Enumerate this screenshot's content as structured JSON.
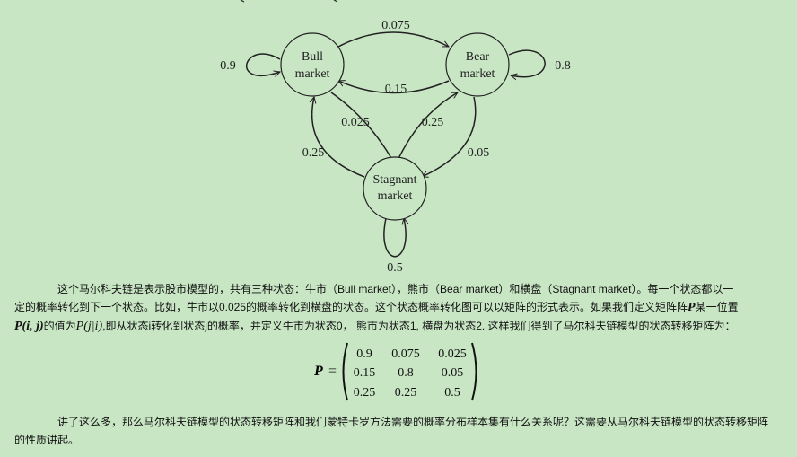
{
  "diagram": {
    "nodes": {
      "bull": [
        "Bull",
        "market"
      ],
      "bear": [
        "Bear",
        "market"
      ],
      "stagnant": [
        "Stagnant",
        "market"
      ]
    },
    "edges": {
      "bull_self": "0.9",
      "bear_self": "0.8",
      "stagnant_self": "0.5",
      "bull_to_bear": "0.075",
      "bear_to_bull": "0.15",
      "bull_to_stagnant": "0.025",
      "stagnant_to_bull": "0.25",
      "stagnant_to_bear": "0.25",
      "bear_to_stagnant": "0.05"
    }
  },
  "paragraph1": {
    "line1": "这个马尔科夫链是表示股市模型的，共有三种状态：牛市（Bull market），熊市（Bear market）和横盘（Stagnant market）。每一个状态都以一",
    "line2a": "定的概率转化到下一个状态。比如，牛市以0.025的概率转化到横盘的状态。这个状态概率转化图可以以矩阵的形式表示。如果我们定义矩阵阵",
    "line2_var": "P",
    "line2b": "某一位置",
    "line3_math1": "P(i, j)",
    "line3a": "的值为",
    "line3_math2": "P(j|i)",
    "line3b": ",即从状态i转化到状态j的概率，并定义牛市为状态0， 熊市为状态1, 横盘为状态2. 这样我们得到了马尔科夫链模型的状态转移矩阵为："
  },
  "matrix": {
    "name": "P",
    "equals": "=",
    "rows": [
      [
        "0.9",
        "0.075",
        "0.025"
      ],
      [
        "0.15",
        "0.8",
        "0.05"
      ],
      [
        "0.25",
        "0.25",
        "0.5"
      ]
    ]
  },
  "paragraph2": {
    "line1": "讲了这么多，那么马尔科夫链模型的状态转移矩阵和我们蒙特卡罗方法需要的概率分布样本集有什么关系呢？这需要从马尔科夫链模型的状态转移矩阵",
    "line2": "的性质讲起。"
  }
}
